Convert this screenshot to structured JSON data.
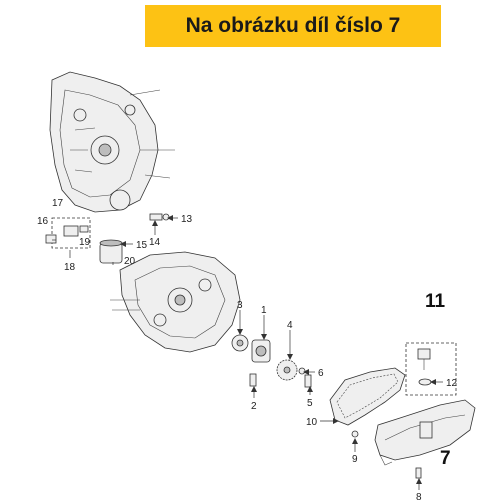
{
  "banner": {
    "text": "Na obrázku díl číslo 7"
  },
  "callouts": {
    "c1": "1",
    "c2": "2",
    "c3": "3",
    "c4": "4",
    "c5": "5",
    "c6": "6",
    "c7": "7",
    "c8": "8",
    "c9": "9",
    "c10": "10",
    "c11": "11",
    "c12": "12",
    "c13": "13",
    "c14": "14",
    "c15": "15",
    "c16": "16",
    "c17": "17",
    "c18": "18",
    "c19": "19",
    "c20": "20"
  },
  "colors": {
    "banner_bg": "#fdc214",
    "banner_text": "#1a1a1a"
  }
}
